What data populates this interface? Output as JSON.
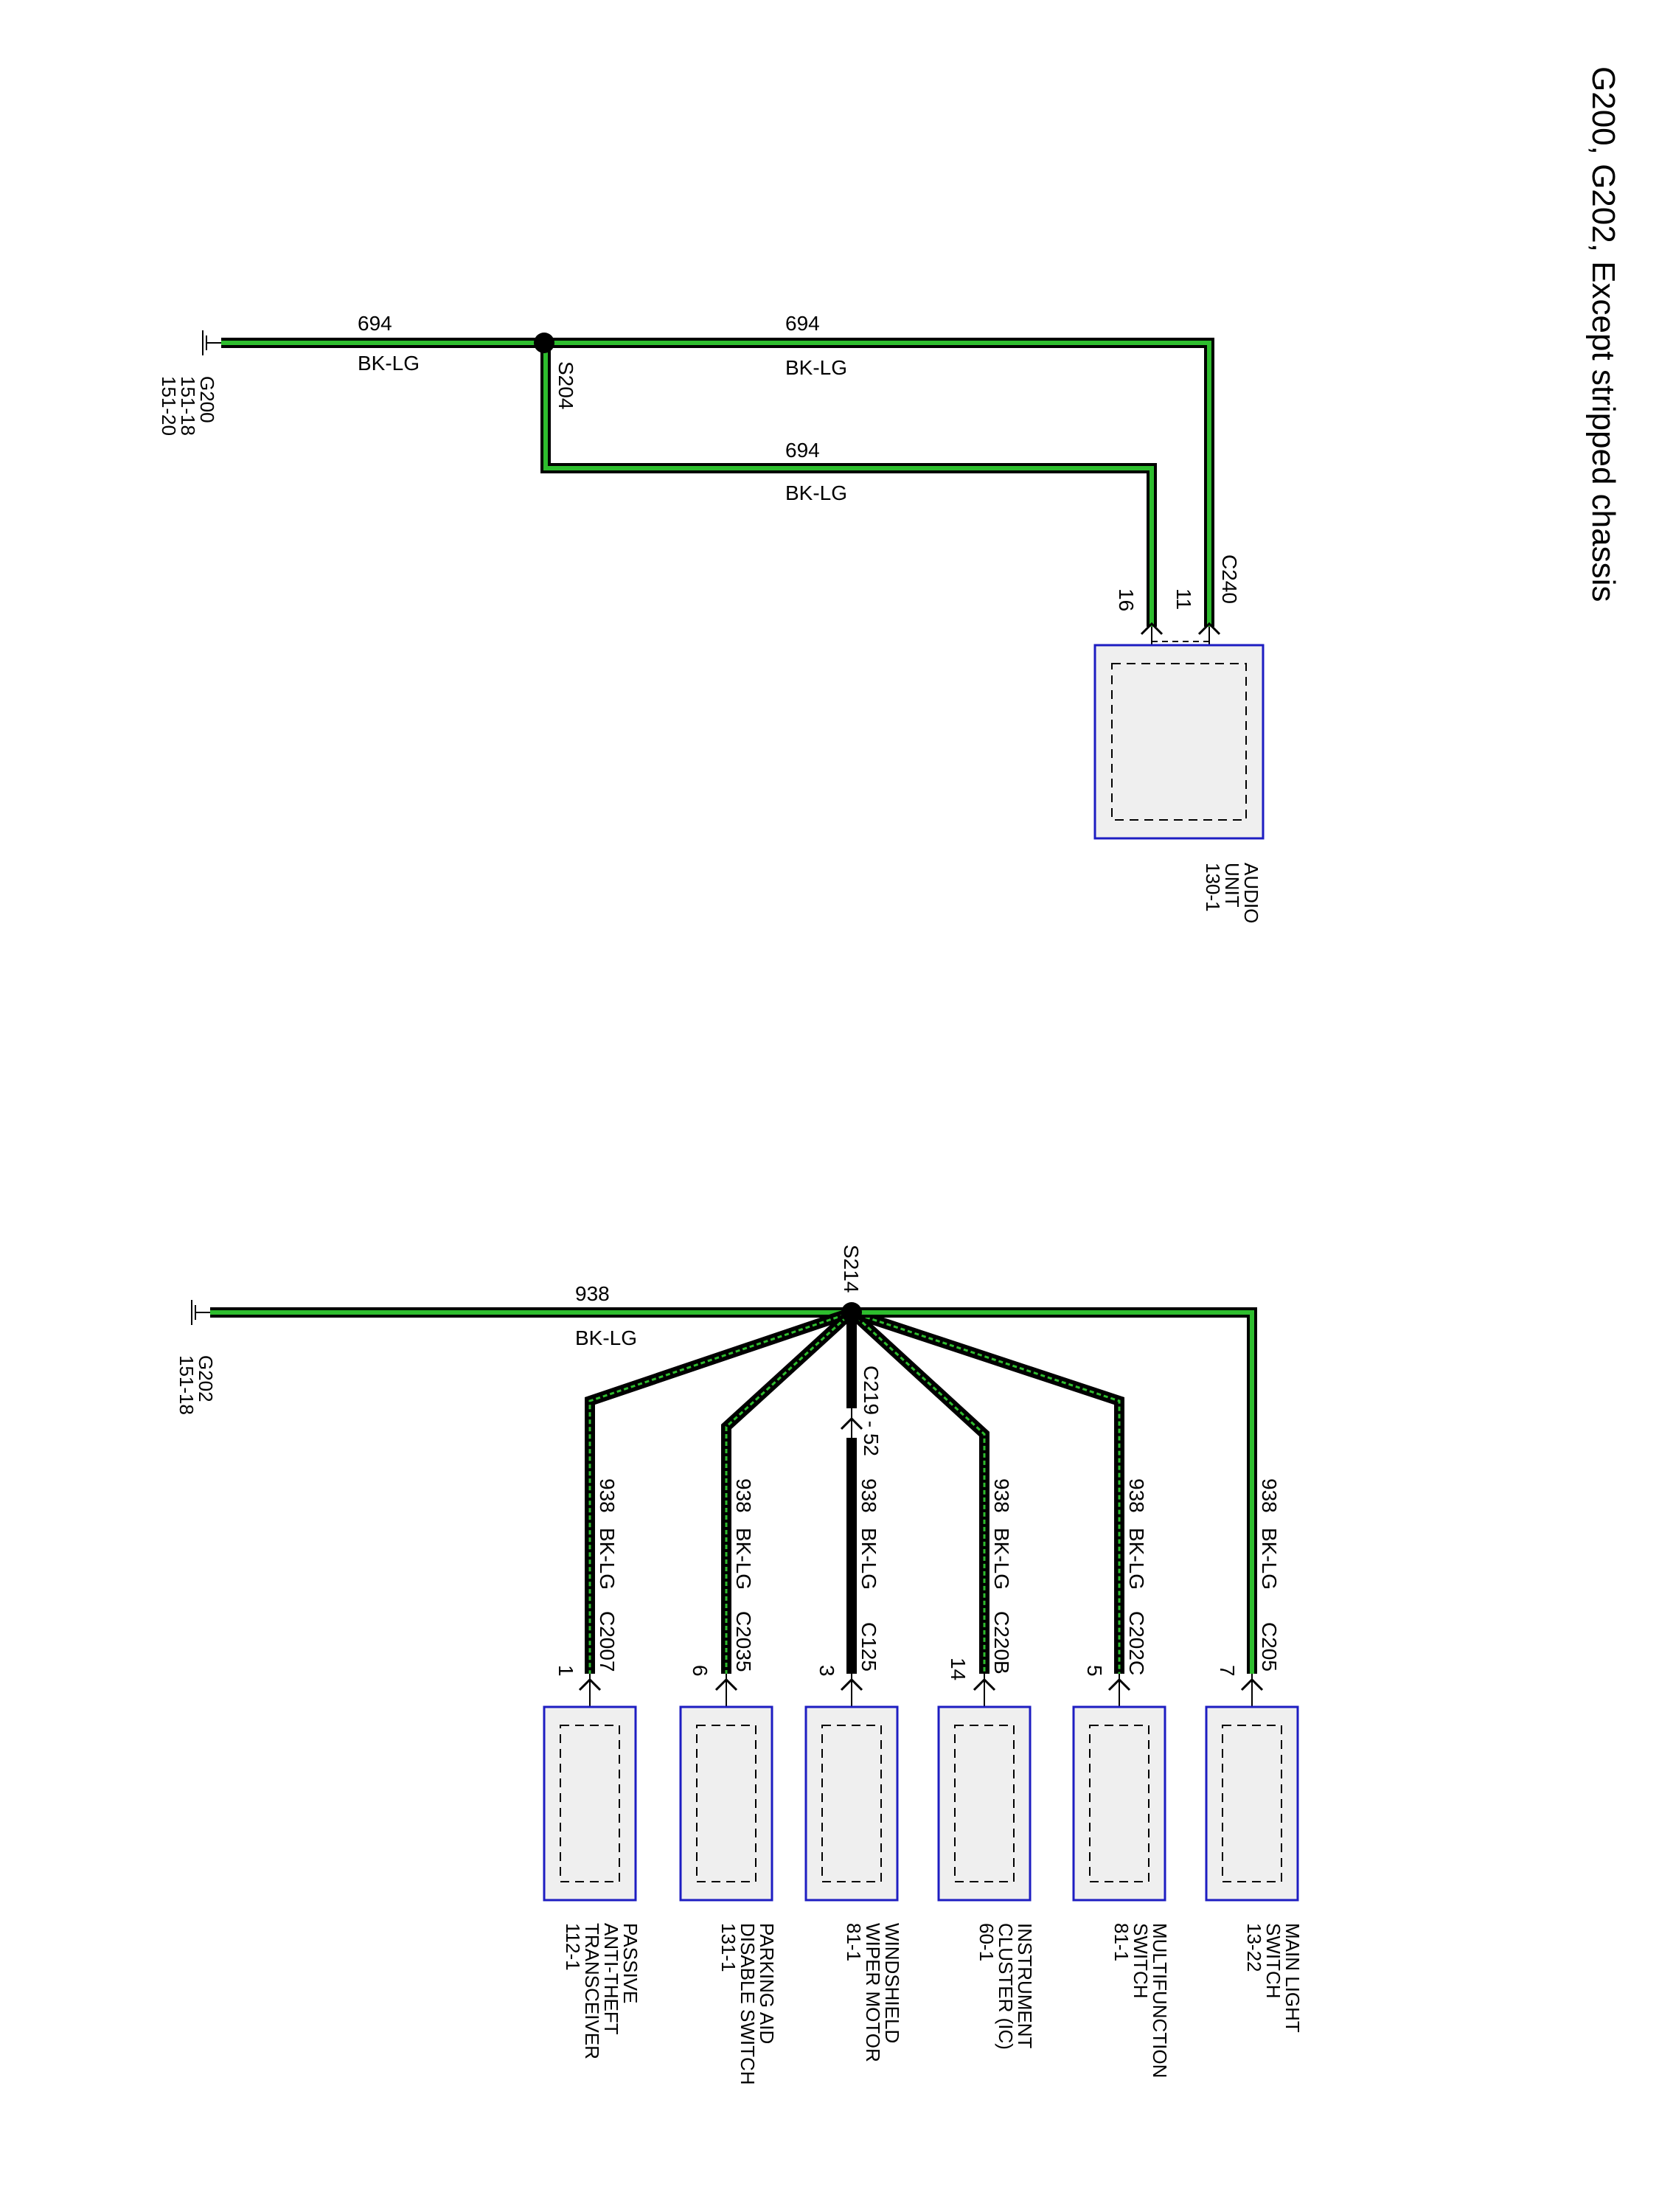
{
  "title": "G200, G202, Except stripped chassis",
  "wire_color": "BK-LG",
  "colors": {
    "wire_fill": "#2ebd2e",
    "wire_outline": "#000000",
    "component_border": "#1d1dc2",
    "component_fill": "#efefef"
  },
  "top": {
    "ground": {
      "name": "G200",
      "refs": [
        "151-18",
        "151-20"
      ]
    },
    "splice": "S204",
    "segments": [
      {
        "circuit": "694",
        "color": "BK-LG"
      },
      {
        "circuit": "694",
        "color": "BK-LG"
      },
      {
        "circuit": "694",
        "color": "BK-LG"
      }
    ],
    "connector": "C240",
    "pins": [
      "11",
      "16"
    ],
    "component": {
      "lines": [
        "AUDIO",
        "UNIT",
        "130-1"
      ]
    }
  },
  "bottom": {
    "ground": {
      "name": "G202",
      "refs": [
        "151-18"
      ]
    },
    "splice": "S214",
    "main_circuit": "938",
    "main_color": "BK-LG",
    "inline_connector": "C219 - 52",
    "branches": [
      {
        "circuit": "938",
        "color": "BK-LG",
        "connector": "C2007",
        "pin": "1",
        "component": [
          "PASSIVE",
          "ANTI-THEFT",
          "TRANSCEIVER",
          "112-1"
        ]
      },
      {
        "circuit": "938",
        "color": "BK-LG",
        "connector": "C2035",
        "pin": "6",
        "component": [
          "PARKING AID",
          "DISABLE SWITCH",
          "131-1"
        ]
      },
      {
        "circuit": "938",
        "color": "BK-LG",
        "connector": "C125",
        "pin": "3",
        "component": [
          "WINDSHIELD",
          "WIPER MOTOR",
          "81-1"
        ]
      },
      {
        "circuit": "938",
        "color": "BK-LG",
        "connector": "C220B",
        "pin": "14",
        "component": [
          "INSTRUMENT",
          "CLUSTER (IC)",
          "60-1"
        ]
      },
      {
        "circuit": "938",
        "color": "BK-LG",
        "connector": "C202C",
        "pin": "5",
        "component": [
          "MULTIFUNCTION",
          "SWITCH",
          "81-1"
        ]
      },
      {
        "circuit": "938",
        "color": "BK-LG",
        "connector": "C205",
        "pin": "7",
        "component": [
          "MAIN LIGHT",
          "SWITCH",
          "13-22"
        ]
      }
    ]
  }
}
